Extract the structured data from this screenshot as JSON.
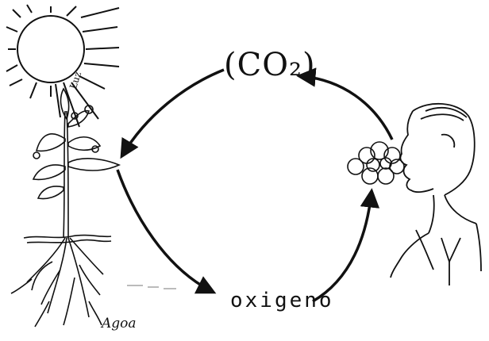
{
  "labels": {
    "co2": "(CO₂)",
    "oxygen": "oxigeno",
    "water": "Agoa",
    "light": "Luz"
  },
  "colors": {
    "ink": "#111111",
    "paper": "#ffffff"
  },
  "icons": {
    "sun": "sun-icon",
    "plant": "plant-icon",
    "person": "person-icon",
    "breath": "breath-cloud-icon"
  }
}
